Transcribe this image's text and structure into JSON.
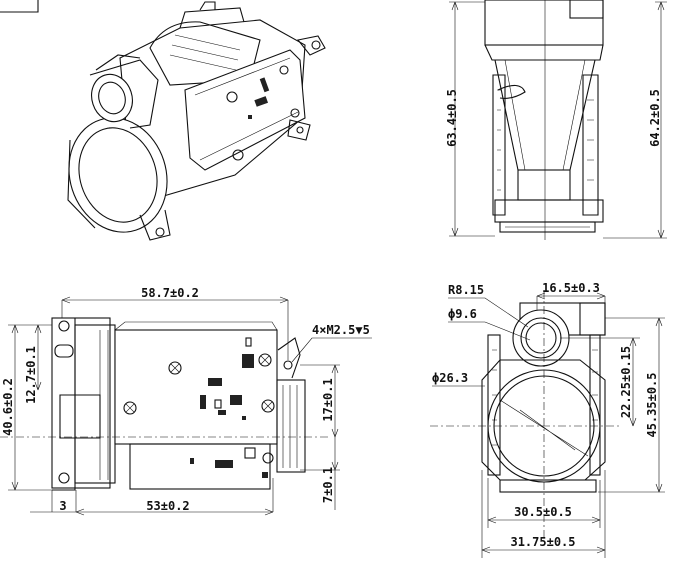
{
  "views": {
    "side": {
      "height_left": "63.4±0.5",
      "height_right": "64.2±0.5"
    },
    "front": {
      "width_top": "58.7±0.2",
      "width_bottom": "53±0.2",
      "offset_small": "3",
      "height_total": "40.6±0.2",
      "height_upper": "12.7±0.1",
      "hole_spacing": "17±0.1",
      "hole_lower": "7±0.1",
      "thread_note": "4×M2.5▼5"
    },
    "end": {
      "radius": "R8.15",
      "dia_small": "ϕ9.6",
      "dia_large": "ϕ26.3",
      "width_top": "16.5±0.3",
      "height_center": "22.25±0.15",
      "height_total": "45.35±0.5",
      "width_inner": "30.5±0.5",
      "width_outer": "31.75±0.5"
    }
  }
}
